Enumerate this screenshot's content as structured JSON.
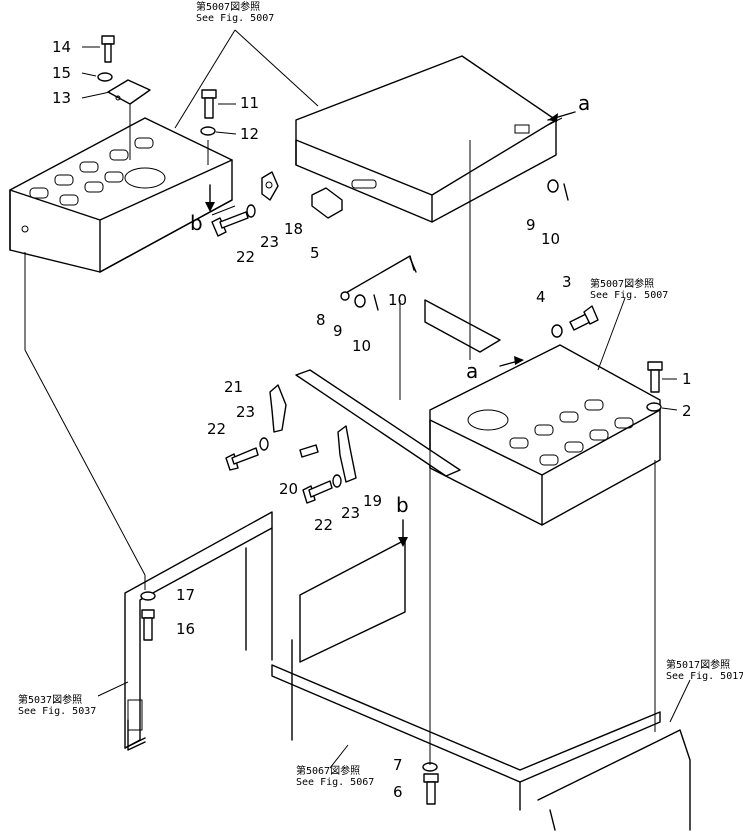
{
  "callouts": {
    "n1": "1",
    "n2": "2",
    "n3": "3",
    "n4": "4",
    "n5": "5",
    "n6": "6",
    "n7": "7",
    "n8": "8",
    "n9a": "9",
    "n9b": "9",
    "n10a": "10",
    "n10b": "10",
    "n10c": "10",
    "n11": "11",
    "n12": "12",
    "n13": "13",
    "n14": "14",
    "n15": "15",
    "n16": "16",
    "n17": "17",
    "n18": "18",
    "n19": "19",
    "n20": "20",
    "n21": "21",
    "n22a": "22",
    "n22b": "22",
    "n22c": "22",
    "n23a": "23",
    "n23b": "23",
    "n23c": "23"
  },
  "markers": {
    "a1": "a",
    "a2": "a",
    "b1": "b",
    "b2": "b"
  },
  "references": {
    "top_jp": "第5007図参照",
    "top_en": "See Fig. 5007",
    "right_jp": "第5007図参照",
    "right_en": "See Fig. 5007",
    "left_jp": "第5037図参照",
    "left_en": "See Fig. 5037",
    "bottom_jp": "第5067図参照",
    "bottom_en": "See Fig. 5067",
    "br_jp": "第5017図参照",
    "br_en": "See Fig. 5017"
  }
}
